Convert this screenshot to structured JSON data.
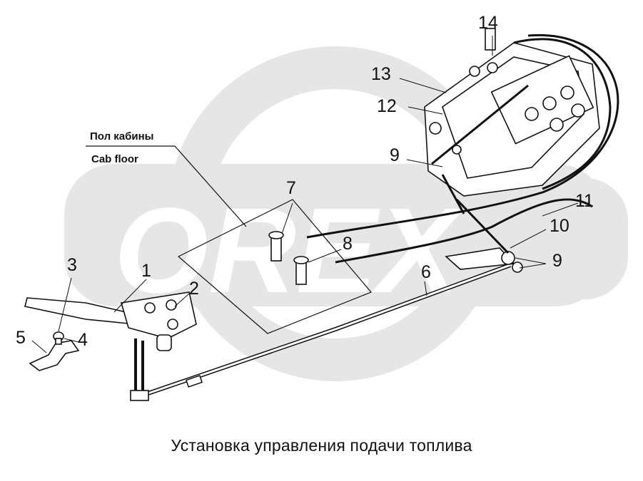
{
  "diagram": {
    "caption": "Установка управления подачи топлива",
    "floor_label_ru": "Пол кабины",
    "floor_label_en": "Cab floor",
    "watermark": "OREX",
    "callouts": [
      "1",
      "2",
      "3",
      "4",
      "5",
      "6",
      "7",
      "8",
      "9",
      "9",
      "10",
      "11",
      "12",
      "13",
      "14"
    ]
  },
  "colors": {
    "line": "#111111",
    "watermark": "#e6e6e6"
  }
}
